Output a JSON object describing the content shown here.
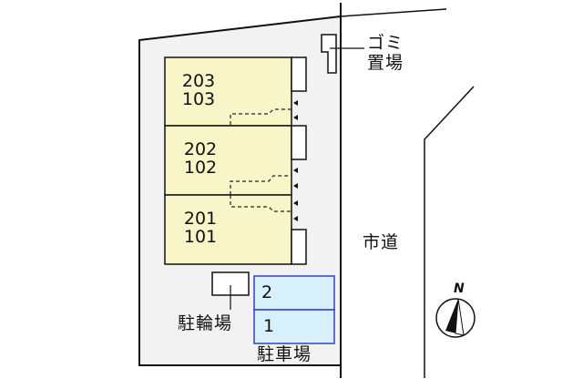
{
  "units": [
    {
      "upper": "203",
      "lower": "103"
    },
    {
      "upper": "202",
      "lower": "102"
    },
    {
      "upper": "201",
      "lower": "101"
    }
  ],
  "labels": {
    "garbage": [
      "ゴミ",
      "置場"
    ],
    "road": "市道",
    "bicycle_parking": "駐輪場",
    "parking": "駐車場",
    "compass": "N"
  },
  "parking_spaces": [
    "2",
    "1"
  ],
  "colors": {
    "building": "#f8f5c8",
    "parking": "#d8f0fb",
    "parking_border": "#3240c8",
    "lot": "#f2f2f2"
  }
}
